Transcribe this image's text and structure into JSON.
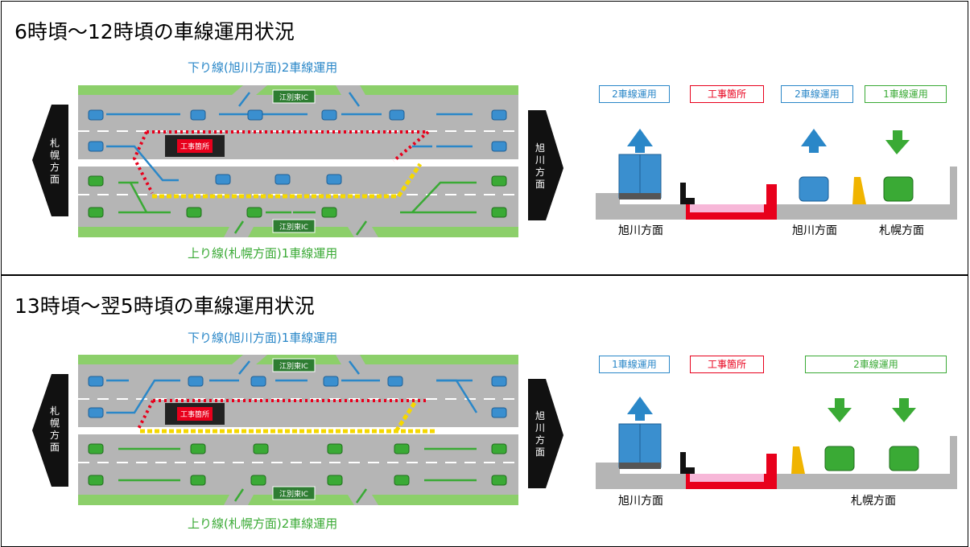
{
  "panel1": {
    "title": "6時頃〜12時頃の車線運用状況",
    "upper_label": "下り線(旭川方面)2車線運用",
    "lower_label": "上り線(札幌方面)1車線運用",
    "ic_top": "江別東IC",
    "ic_bottom": "江別東IC",
    "left_sign": "札幌方面",
    "right_sign": "旭川方面",
    "work_sign": "工事箇所",
    "boxes": [
      "2車線運用",
      "工事箇所",
      "2車線運用",
      "1車線運用"
    ],
    "captions": [
      "旭川方面",
      "旭川方面",
      "札幌方面"
    ]
  },
  "panel2": {
    "title": "13時頃〜翌5時頃の車線運用状況",
    "upper_label": "下り線(旭川方面)1車線運用",
    "lower_label": "上り線(札幌方面)2車線運用",
    "ic_top": "江別東IC",
    "ic_bottom": "江別東IC",
    "left_sign": "札幌方面",
    "right_sign": "旭川方面",
    "work_sign": "工事箇所",
    "boxes": [
      "1車線運用",
      "工事箇所",
      "2車線運用"
    ],
    "captions": [
      "旭川方面",
      "札幌方面"
    ]
  },
  "colors": {
    "blue": "#2a87c8",
    "green": "#3aaa35",
    "red": "#e8001c",
    "yellow": "#f5d800",
    "road": "#b5b5b5",
    "grass": "#8ccf6a"
  }
}
